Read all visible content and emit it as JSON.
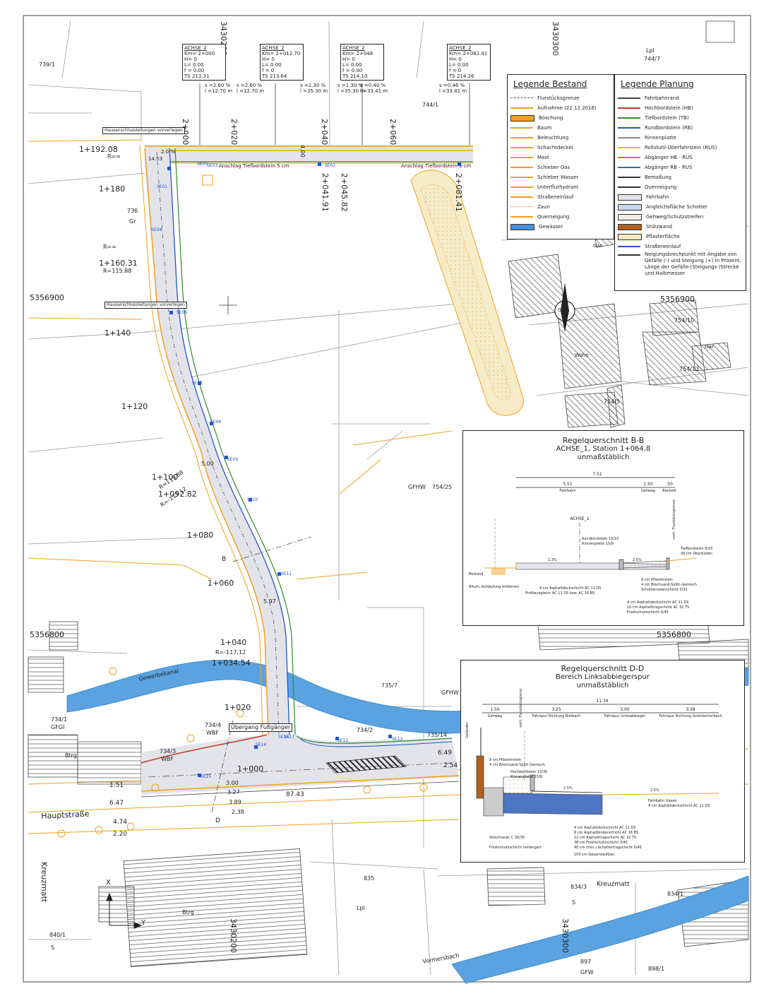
{
  "coords": {
    "top_e1": "3430200",
    "top_e2": "3430300",
    "bottom_e1": "3430200",
    "bottom_e2": "3430300",
    "n1_left": "5356900",
    "n1_right": "5356900",
    "n2_left": "5356800",
    "n2_right": "5356800"
  },
  "parcels": {
    "p1": "739/1",
    "p2": "Lpl",
    "p2b": "744/7",
    "p3": "744/1",
    "p4": "736",
    "p4b": "Gr",
    "p5": "754/10",
    "p6": "754/13",
    "p7": "754/5",
    "p8": "754/25",
    "p8b": "GFHW",
    "p9": "734/1",
    "p9b": "GFGI",
    "p10": "735/7",
    "p10b": "GFHW",
    "p11": "734/2",
    "p12": "734/4",
    "p12b": "WBF",
    "p13": "734/3",
    "p13b": "WBF",
    "p14": "735/14",
    "p15": "835",
    "p16": "Lpl",
    "p17": "834/3",
    "p17b": "S",
    "p18": "834/1",
    "p19": "Kreuzmatt",
    "p20": "840/1",
    "p20b": "S",
    "p21": "897",
    "p21b": "GFW",
    "p22": "898/1",
    "garage": "Gar",
    "wohn": "Wohn",
    "btrg": "Btrg"
  },
  "streets": {
    "hauptstrasse": "Hauptstraße",
    "kreuzmatt": "Kreuzmatt",
    "gewerbekanal": "Gewerbekanal",
    "vormerbach": "Vormersbach"
  },
  "stations_axis1": [
    "1+192.08",
    "1+180",
    "1+160.31",
    "1+140",
    "1+120",
    "1+100",
    "1+092.82",
    "1+080",
    "1+060",
    "1+040",
    "1+034.54",
    "1+020",
    "1+000"
  ],
  "radii": {
    "r1": "R=∞",
    "r2": "R=∞",
    "r3": "R=115.88",
    "r4": "R=115.88",
    "r5": "R=-117.12",
    "r6": "R=-117.12"
  },
  "stations_axis2": [
    "2+000",
    "2+020",
    "2+040",
    "2+060",
    "2+041.91",
    "2+045.82",
    "2+081.41"
  ],
  "profile_boxes": [
    {
      "title": "ACHSE_2",
      "km": "Km= 2+000",
      "h": "H= 0",
      "l": "L= 0.00",
      "f": "f = 0.00",
      "ts": "TS  213.31"
    },
    {
      "title": "ACHSE_2",
      "km": "Km= 2+012.70",
      "h": "H= 0",
      "l": "L= 0.00",
      "f": "f = 0",
      "ts": "TS  213.64"
    },
    {
      "title": "ACHSE_2",
      "km": "Km= 2+048",
      "h": "H= 0",
      "l": "L= 0.00",
      "f": "f = 0.00",
      "ts": "TS  214.10"
    },
    {
      "title": "ACHSE_2",
      "km": "Km= 2+081.41",
      "h": "H= 0",
      "l": "L= 0.00",
      "f": "f = 0",
      "ts": "TS  214.26"
    }
  ],
  "grades": [
    "s =2.60 %",
    "l =12.70 m",
    "s =2.60 %",
    "l =12.70 m",
    "s =1.30 %",
    "l =35.30 m",
    "s =1.30 %",
    "l =35.30 m",
    "s =0.40 %",
    "l =33.41 m",
    "s =0.46 %",
    "l =33.41 m"
  ],
  "labels": {
    "anschlag1": "Anschlag Tiefbordstein 5 cm",
    "anschlag2": "Anschlag Tiefbordstein 5 cm",
    "hausanschluss1": "Hausanschlussleitungen vorverlegen",
    "hausanschluss2": "Hausanschlussleitungen vorverlegen",
    "uebergang": "Übergang Fußgänger",
    "dim1": "2.0 %",
    "dim2": "14.53",
    "dim3": "3.00",
    "dim4": "3.27",
    "dim5": "3.89",
    "dim6": "2.38",
    "dim7": "6.47",
    "dim8": "4.74",
    "dim9": "2.20",
    "dim10": "1.51",
    "dim11": "87.43",
    "dim12": "6.49",
    "dim13": "2.54",
    "dim14": "5.00",
    "dim15": "5.97",
    "dim16": "4.00",
    "bb": "B",
    "dd": "D",
    "se": [
      "SE01",
      "SE02",
      "SE03",
      "SE04",
      "SE05",
      "SE06",
      "SE07",
      "SE08",
      "SE09",
      "SE10",
      "SE11",
      "SE12",
      "SE13",
      "SE14",
      "SE15",
      "SE16",
      "SE17"
    ],
    "north": "N",
    "axis_x": "X",
    "axis_y": "Y"
  },
  "legend_bestand": {
    "title": "Legende Bestand",
    "items": [
      {
        "label": "Flurstücksgrenze",
        "color": "#555555"
      },
      {
        "label": "Aufnahme (22.12.2016)",
        "color": "#f0a020"
      },
      {
        "label": "Böschung",
        "color": "#f0a020"
      },
      {
        "label": "Baum",
        "color": "#f0a020"
      },
      {
        "label": "Beleuchtung",
        "color": "#f0a020"
      },
      {
        "label": "Schachtdeckel",
        "color": "#f0a020"
      },
      {
        "label": "Mast",
        "color": "#f0a020"
      },
      {
        "label": "Schieber Gas",
        "color": "#f0a020"
      },
      {
        "label": "Schieber Wasser",
        "color": "#f0a020"
      },
      {
        "label": "Unterflurhydrant",
        "color": "#f0a020"
      },
      {
        "label": "Straßeneinlauf",
        "color": "#f0a020"
      },
      {
        "label": "Zaun",
        "color": "#f0a020"
      },
      {
        "label": "Querneigung",
        "color": "#f0a020"
      },
      {
        "label": "Gewässer",
        "color": "#4a90d9"
      }
    ]
  },
  "legend_planung": {
    "title": "Legende Planung",
    "items": [
      {
        "label": "Fahrbahnrand",
        "color": "#444444"
      },
      {
        "label": "Hochbordstein (HB)",
        "color": "#c0392b"
      },
      {
        "label": "Tiefbordstein (TB)",
        "color": "#2e8b2e"
      },
      {
        "label": "Rundbordstein (RB)",
        "color": "#2255cc"
      },
      {
        "label": "Rinnenplatte",
        "color": "#888888"
      },
      {
        "label": "Rollstuhl-Überfahrstein (RÜS)",
        "color": "#e0c020"
      },
      {
        "label": "Abgänger HB - RÜS",
        "color": "#c08020"
      },
      {
        "label": "Abgänger RB - RÜS",
        "color": "#3070a0"
      },
      {
        "label": "Bemaßung",
        "color": "#333333"
      },
      {
        "label": "Querneigung",
        "color": "#333333"
      },
      {
        "label": "Fahrbahn",
        "color": "#e4e4ec"
      },
      {
        "label": "Angleichsfläche Schotter",
        "color": "#c8d8ee"
      },
      {
        "label": "Gehweg/Schutzstreifen",
        "color": "#f2efe4"
      },
      {
        "label": "Stützwand",
        "color": "#b06020"
      },
      {
        "label": "Pflasterfläche",
        "color": "#f0e8c0"
      },
      {
        "label": "Straßeneinlauf",
        "color": "#2255cc"
      },
      {
        "label": "Neigungsbrechpunkt mit Angabe von Gefälle (-) und Steigung (+) in Prozent, Länge der Gefälle-(Steigungs-)Strecke und Halbmesser",
        "color": "#333333"
      }
    ]
  },
  "section_bb": {
    "title": "Regelquerschnitt B-B",
    "subtitle": "ACHSE_1, Station 1+064,8",
    "note": "unmaßstäblich",
    "dims": [
      "7.51",
      "5.51",
      "Fahrbahn",
      "1.50",
      "Gehweg",
      ".50",
      "Bankett",
      "ACHSE_1",
      "2.3%",
      "2.5%"
    ],
    "labels": [
      "Rundbordstein 15/22",
      "Rinnenplatte 15/8",
      "Tiefbordstein 8/25",
      "30 cm Oberboden",
      "Bitum.-Anhäufung entfernen",
      "4 cm Asphaltdeckschicht AC 11 DS",
      "Profilausgleich AC 11 DS bzw. AC 16 BS",
      "8 cm Pflasterstein",
      "4 cm Brechsand-Splitt-Gemisch",
      "Schotterrasenschicht 0/32",
      "4 cm Asphaltdeckschicht AC 11 DS",
      "10 cm Asphalttragschicht AC 32 TS",
      "Frostschutzschicht 0/45",
      "Bestand",
      "vorh. Flurstücksgrenze"
    ]
  },
  "section_dd": {
    "title": "Regelquerschnitt D-D",
    "subtitle": "Bereich Linksabbiegerspur",
    "note": "unmaßstäblich",
    "dims": [
      "11.34",
      "1.50",
      "Gehweg",
      "3.25",
      "Fahrspur Richtung Bleibach",
      "3.00",
      "Fahrspur Linksabbieger",
      "3.38",
      "Fahrspur Richtung Unterkernerbach"
    ],
    "labels": [
      "8 cm Pflasterstein",
      "4 cm Brechsand-Splitt-Gemisch",
      "Hochbordstein 15/30",
      "Rinnenplatte 15/8",
      "4 cm Asphaltdeckschicht AC 11 DS",
      "8 cm Asphaltbinderschicht AC 16 BS",
      "12 cm Asphalttragschicht AC 32 TS",
      "38 cm Frostschutzschicht 0/45",
      "40 cm (min.) Schottertragschicht 0/45",
      "Stützmauer C 30/35",
      "Frostschutzschicht verlängert",
      "100 cm Gesamtaufbau",
      "Fahrbahn fräsen",
      "4 cm Asphaltdeckschicht AC 11 DS",
      "Geländer",
      "vorh. Flurstücksgrenze",
      "2.5%",
      "2.5%"
    ]
  },
  "colors": {
    "road_fill": "#e3e3ea",
    "edge_orange": "#f0a020",
    "curb_green": "#2e8b2e",
    "curb_blue": "#2255cc",
    "water": "#5aa3e0",
    "water_dark": "#2f7fc4",
    "gravel": "#f7ecc8",
    "line_gray": "#9a9a9a",
    "ink": "#222222"
  }
}
